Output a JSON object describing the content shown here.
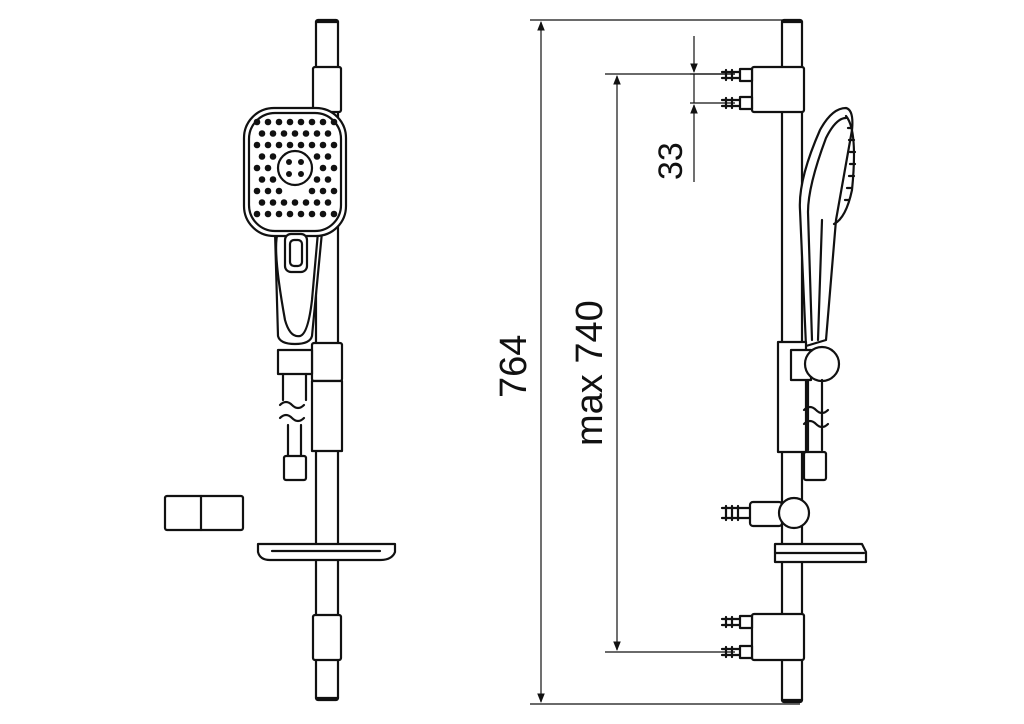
{
  "dimensions": {
    "total_height": "764",
    "max_distance": "max 740",
    "bracket_offset": "33"
  },
  "colors": {
    "line": "#111111",
    "background": "#ffffff"
  }
}
